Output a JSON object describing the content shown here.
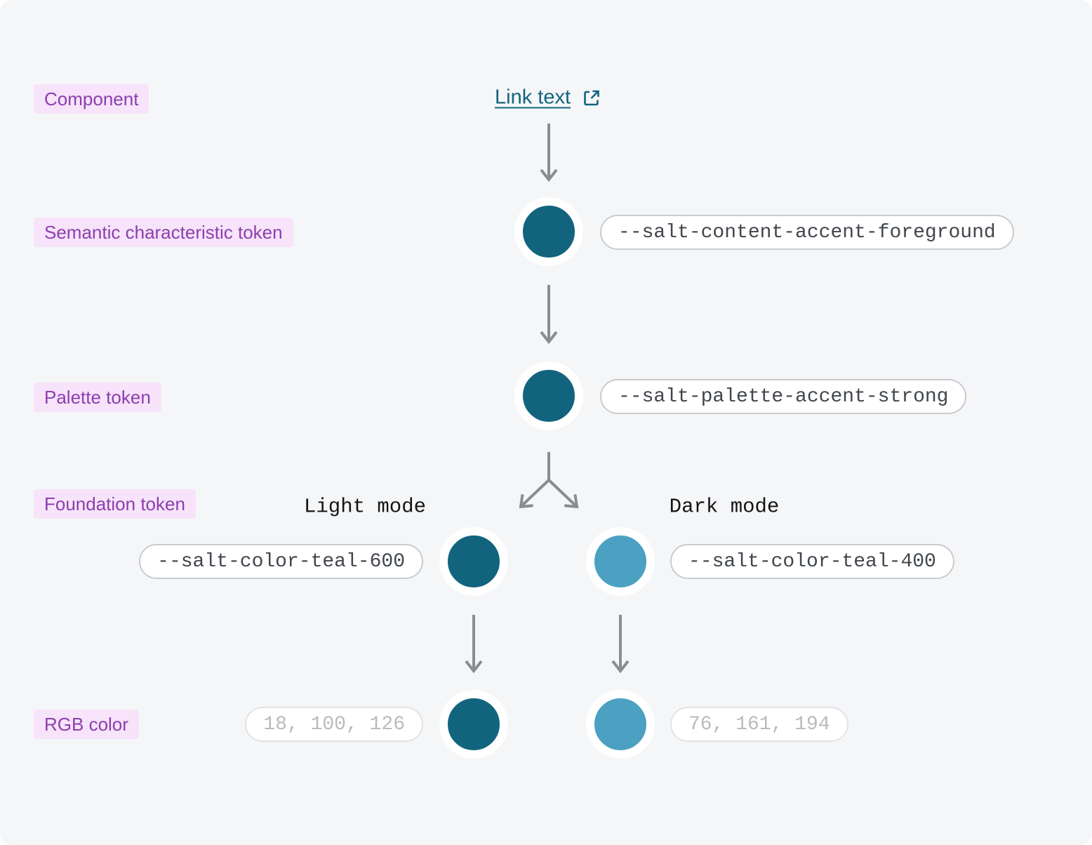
{
  "canvas": {
    "background": "#F5F6F8"
  },
  "row_labels": {
    "component": "Component",
    "semantic": "Semantic characteristic token",
    "palette": "Palette token",
    "foundation": "Foundation token",
    "rgb": "RGB color"
  },
  "link": {
    "label": "Link text",
    "icon": "external-link-icon",
    "color": "#12647E"
  },
  "tokens": {
    "semantic": "--salt-content-accent-foreground",
    "palette": "--salt-palette-accent-strong",
    "light_foundation": "--salt-color-teal-600",
    "dark_foundation": "--salt-color-teal-400"
  },
  "rgb_values": {
    "light": "18, 100, 126",
    "dark": "76, 161, 194"
  },
  "mode_labels": {
    "light": "Light mode",
    "dark": "Dark mode"
  },
  "colors": {
    "teal_600": "#12647E",
    "teal_400": "#4CA1C2",
    "label_background": "#F7E3FA",
    "label_text": "#8C3FAE",
    "arrow": "#8A8D8F"
  }
}
